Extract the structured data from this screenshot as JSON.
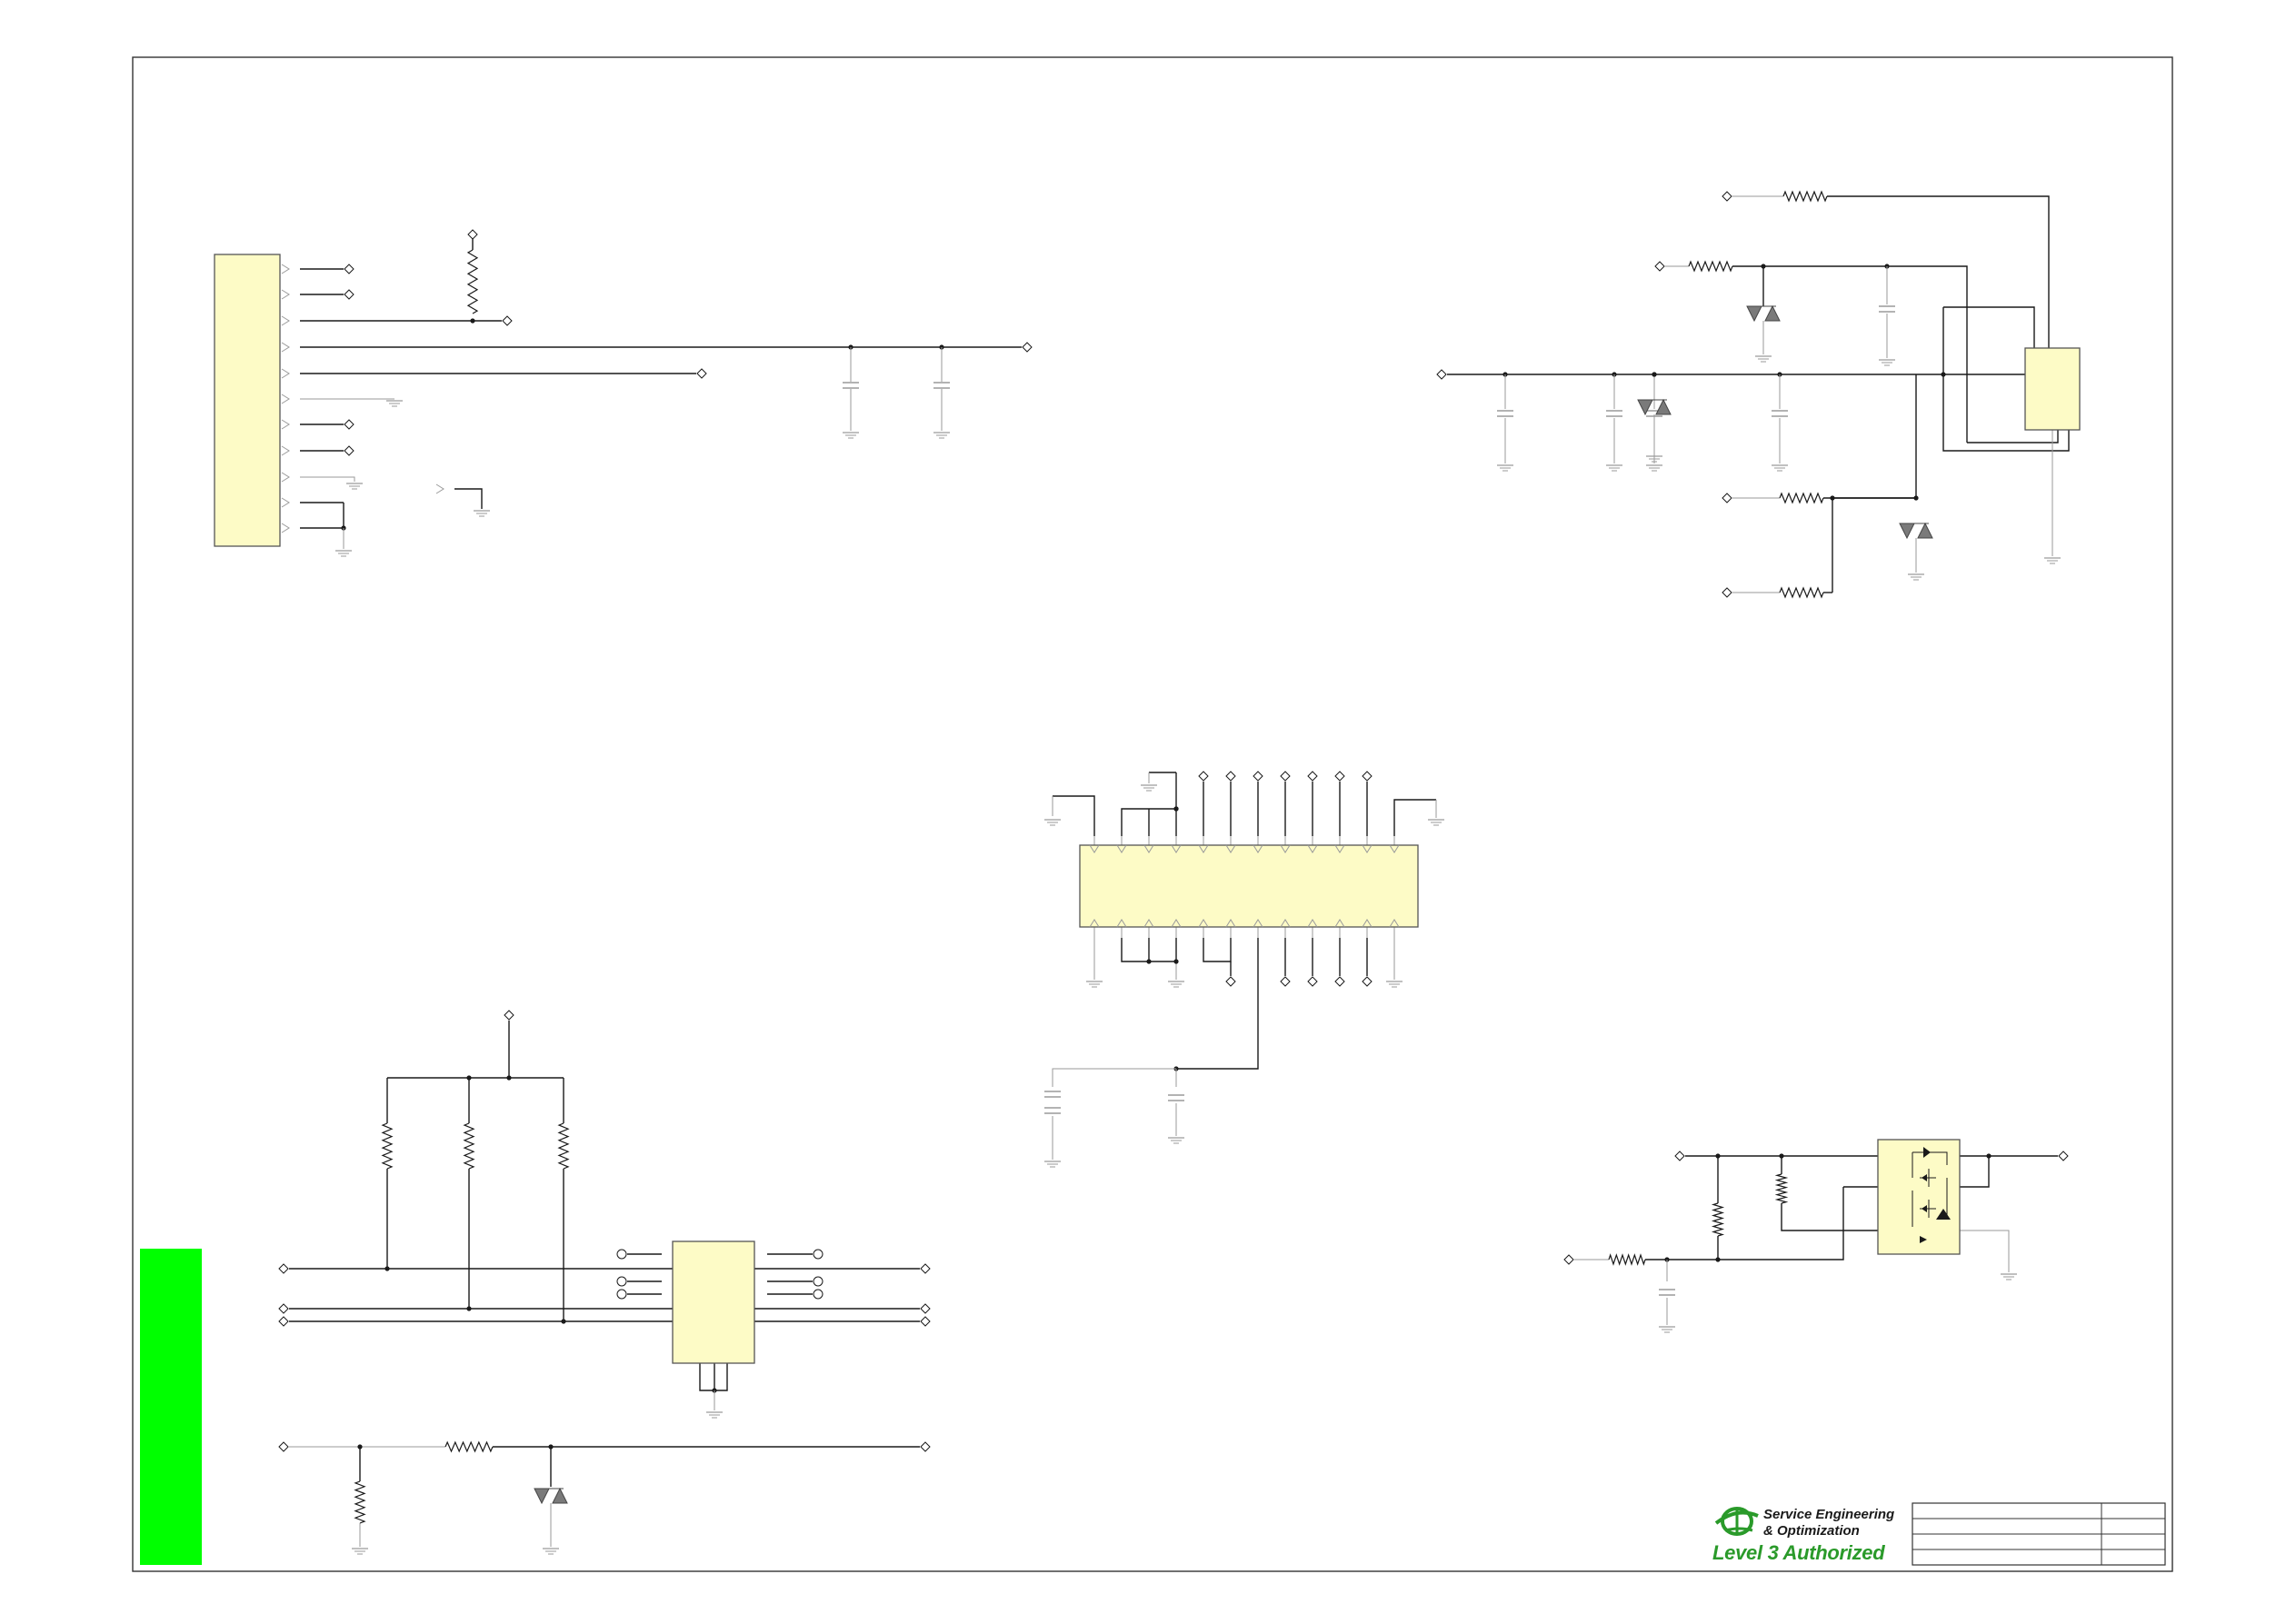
{
  "colors": {
    "background": "#ffffff",
    "wire": "#1a1a1a",
    "faint_wire": "#9a9a9a",
    "component_fill": "#fdfbc6",
    "component_stroke": "#555555",
    "green_bar": "#00ff00",
    "diode_fill": "#7a7a7a",
    "logo_green": "#2a9a2a"
  },
  "title_block": {
    "logo": {
      "line1": "Service Engineering",
      "line2": "& Optimization",
      "line3": "Level 3 Authorized",
      "mark_icon": "seo-globe-logo-icon"
    },
    "rows": 4
  },
  "components": {
    "connector_left": {
      "pins": 11,
      "icon": "connector-block-icon"
    },
    "ic_top_right": {
      "icon": "ic-package-icon"
    },
    "ic_center": {
      "top_pins": 12,
      "bottom_pins": 12,
      "icon": "ic-package-icon"
    },
    "ic_bottom_left": {
      "left_pins": 6,
      "right_pins": 6,
      "icon": "ic-package-icon"
    },
    "mosfet_bottom_right": {
      "icon": "mosfet-package-icon"
    }
  }
}
